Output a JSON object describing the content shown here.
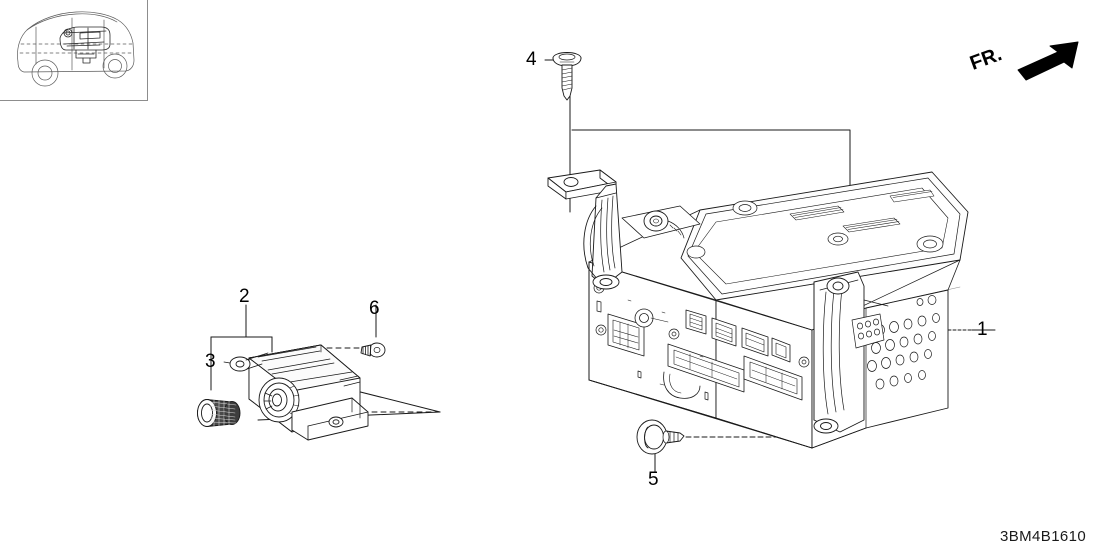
{
  "diagram": {
    "code": "3BM4B1610",
    "orientation_label": "FR.",
    "orientation_icon": "arrow-up-right-icon",
    "background_color": "#ffffff",
    "line_color": "#1a1a1a",
    "inset": {
      "name": "vehicle-location-inset",
      "description": "vehicle side view with instrument panel location highlighted",
      "border_color": "#8d8d8d"
    },
    "callouts": [
      {
        "number": "1",
        "target": "audio-unit-chassis"
      },
      {
        "number": "2",
        "target": "switch-assembly"
      },
      {
        "number": "3",
        "target": "control-knob"
      },
      {
        "number": "4",
        "target": "tapping-screw-upper"
      },
      {
        "number": "5",
        "target": "clip-fastener-lower"
      },
      {
        "number": "6",
        "target": "screw-switch"
      }
    ],
    "parts": [
      {
        "id": "audio-unit-chassis",
        "icon": "radio-unit-icon"
      },
      {
        "id": "switch-assembly",
        "icon": "switch-assembly-icon"
      },
      {
        "id": "control-knob",
        "icon": "knurled-knob-icon"
      },
      {
        "id": "tapping-screw-upper",
        "icon": "screw-icon"
      },
      {
        "id": "clip-fastener-lower",
        "icon": "clip-icon"
      },
      {
        "id": "screw-switch",
        "icon": "screw-icon"
      }
    ]
  }
}
